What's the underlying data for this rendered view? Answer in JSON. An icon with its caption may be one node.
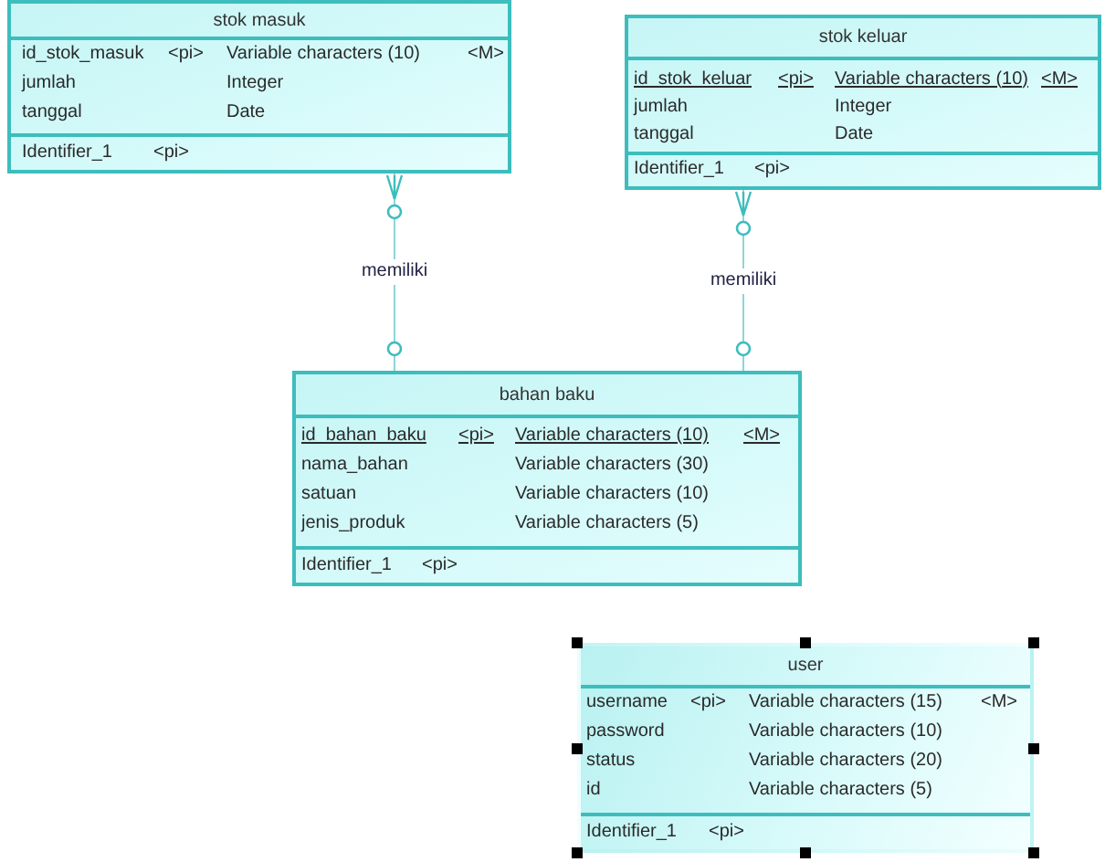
{
  "diagram": {
    "nodes": [
      {
        "text": [
          "stok masuk"
        ]
      },
      {
        "text": [
          "id_stok_masuk",
          "<pi>",
          "Variable characters (10)",
          "<M>",
          "jumlah",
          "Integer",
          "tanggal",
          "Date"
        ],
        "in": 0
      },
      {
        "text": [
          "Identifier_1",
          "<pi>"
        ],
        "in": 0
      },
      {
        "text": [
          "stok keluar"
        ]
      },
      {
        "text": [
          "id_stok_keluar",
          "<pi>",
          "Variable characters (10)",
          "<M>",
          "jumlah",
          "Integer",
          "tanggal",
          "Date"
        ],
        "in": 3
      },
      {
        "text": [
          "Identifier_1",
          "<pi>"
        ],
        "in": 3
      },
      {
        "text": [
          "bahan baku"
        ]
      },
      {
        "text": [
          "id_bahan_baku",
          "<pi>",
          "Variable characters (10)",
          "<M>",
          "nama_bahan",
          "Variable characters (30)",
          "satuan",
          "Variable characters (10)",
          "jenis_produk",
          "Variable characters (5)"
        ],
        "in": 6
      },
      {
        "text": [
          "Identifier_1",
          "<pi>"
        ],
        "in": 6
      },
      {
        "text": [
          "user"
        ]
      },
      {
        "text": [
          "username",
          "<pi>",
          "Variable characters (15)",
          "<M>",
          "password",
          "Variable characters (10)",
          "status",
          "Variable characters (20)",
          "id",
          "Variable characters (5)"
        ],
        "in": 9
      },
      {
        "text": [
          "Identifier_1",
          "<pi>"
        ],
        "in": 9
      }
    ],
    "edges": [
      {
        "from": 0,
        "to": 6,
        "label": "memiliki",
        "arrow": "other"
      },
      {
        "from": 3,
        "to": 6,
        "label": "memiliki",
        "arrow": "other"
      }
    ]
  }
}
